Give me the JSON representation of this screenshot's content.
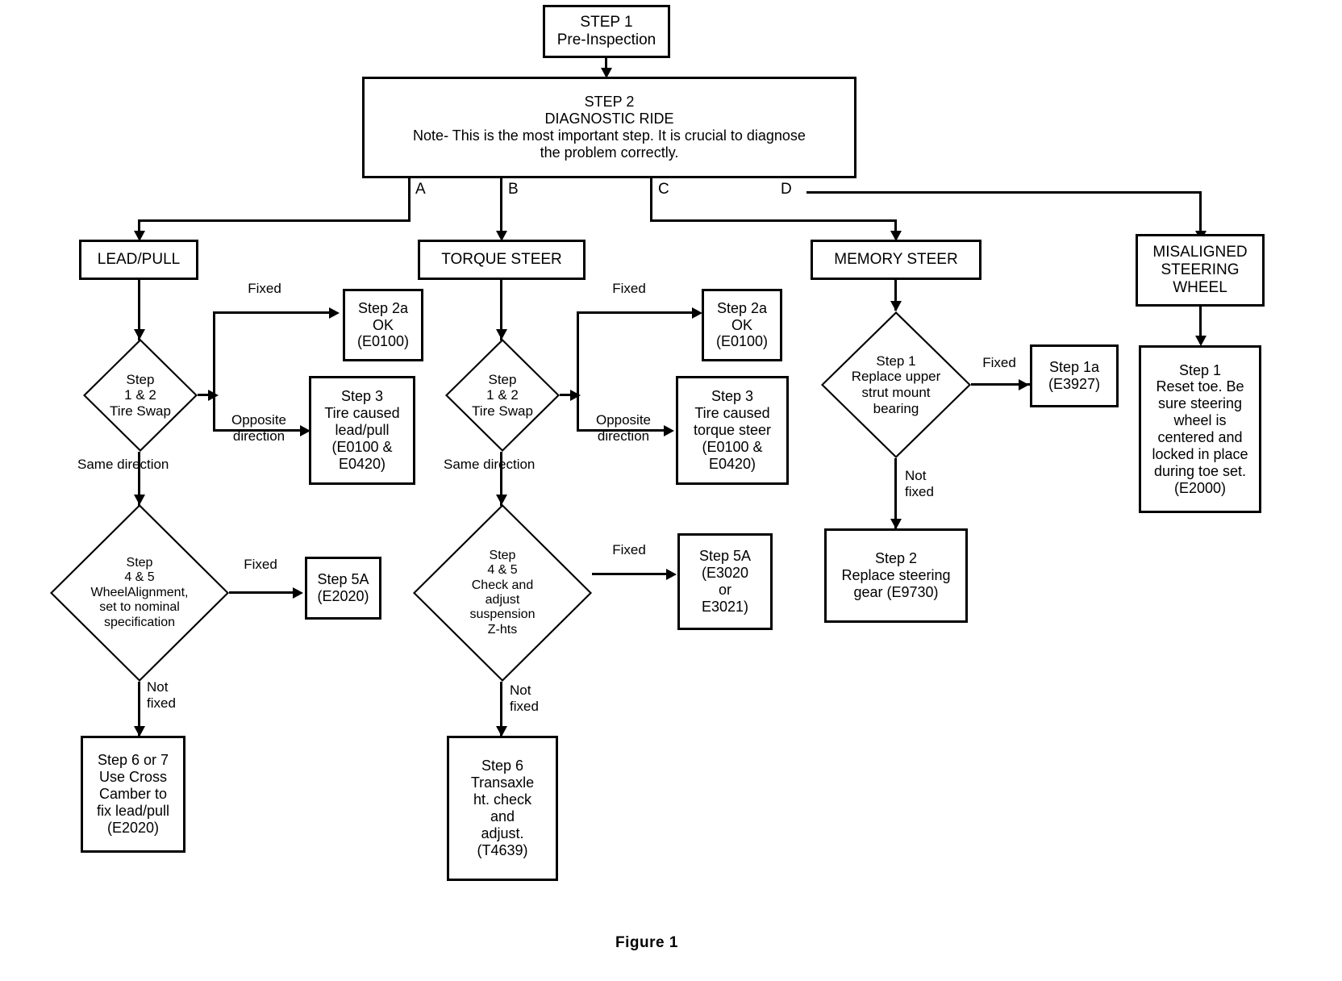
{
  "figure": {
    "caption": "Figure  1"
  },
  "nodes": {
    "step1": "STEP 1\nPre-Inspection",
    "step2": "STEP 2\nDIAGNOSTIC RIDE\nNote- This is the most important step.  It is crucial to diagnose\nthe problem correctly.",
    "lead_pull": "LEAD/PULL",
    "torque_steer": "TORQUE STEER",
    "memory_steer": "MEMORY STEER",
    "misaligned": "MISALIGNED\nSTEERING\nWHEEL",
    "lp_tire_swap": "Step\n1 & 2\nTire Swap",
    "lp_step2a": "Step 2a\nOK\n(E0100)",
    "lp_step3": "Step 3\nTire caused\nlead/pull\n(E0100 &\nE0420)",
    "lp_align": "Step\n4 & 5\nWheelAlignment,\nset to nominal\nspecification",
    "lp_step5a": "Step 5A\n(E2020)",
    "lp_step67": "Step 6 or 7\nUse Cross\nCamber to\nfix lead/pull\n(E2020)",
    "ts_tire_swap": "Step\n1 & 2\nTire Swap",
    "ts_step2a": "Step 2a\nOK\n(E0100)",
    "ts_step3": "Step 3\nTire caused\ntorque steer\n(E0100 &\nE0420)",
    "ts_check": "Step\n4 & 5\nCheck and\nadjust\nsuspension\nZ-hts",
    "ts_step5a": "Step 5A\n(E3020\nor\nE3021)",
    "ts_step6": "Step 6\nTransaxle\nht. check\nand\nadjust.\n(T4639)",
    "ms_step1": "Step 1\nReplace upper\nstrut mount\nbearing",
    "ms_step1a": "Step 1a\n(E3927)",
    "ms_step2": "Step 2\nReplace steering\ngear (E9730)",
    "mw_step1": "Step 1\nReset toe. Be\nsure steering\nwheel is\ncentered and\nlocked in place\nduring toe set.\n(E2000)"
  },
  "edge_labels": {
    "branch_a": "A",
    "branch_b": "B",
    "branch_c": "C",
    "branch_d": "D",
    "lp_fixed": "Fixed",
    "lp_opposite": "Opposite\ndirection",
    "lp_same": "Same direction",
    "lp_fixed2": "Fixed",
    "lp_notfixed": "Not\nfixed",
    "ts_fixed": "Fixed",
    "ts_opposite": "Opposite\ndirection",
    "ts_same": "Same direction",
    "ts_fixed2": "Fixed",
    "ts_notfixed": "Not\nfixed",
    "ms_fixed": "Fixed",
    "ms_notfixed": "Not\nfixed"
  },
  "colors": {
    "stroke": "#000000",
    "background": "#ffffff"
  }
}
